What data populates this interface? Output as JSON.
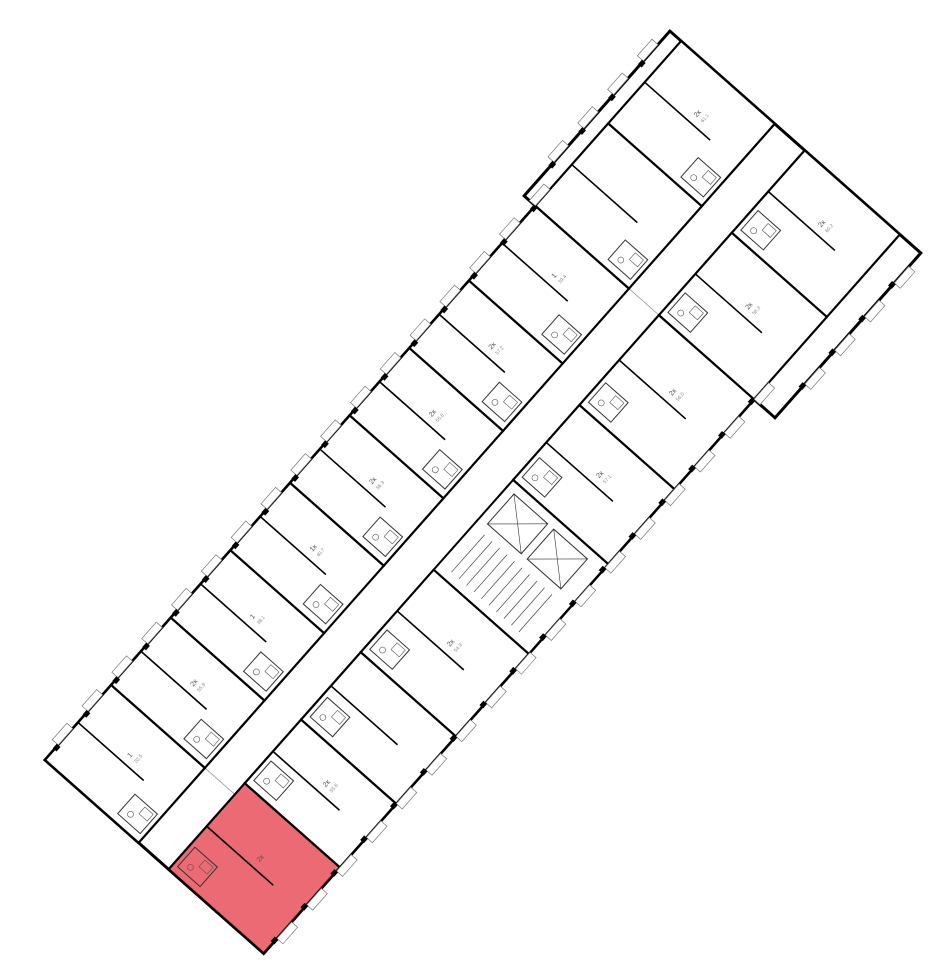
{
  "plan": {
    "highlight_color": "#e8505b",
    "wall_color": "#000000",
    "top_units": [
      {
        "type": "1",
        "area": "32.5"
      },
      {
        "type": "2к",
        "area": "55.9"
      },
      {
        "type": "1",
        "area": "38.1"
      },
      {
        "type": "1к",
        "area": "40.7"
      },
      {
        "type": "2к",
        "area": "56.3"
      },
      {
        "type": "2к",
        "area": "55.8"
      },
      {
        "type": "2к",
        "area": "57.2"
      },
      {
        "type": "1",
        "area": "39.4"
      },
      {
        "type": "",
        "area": ""
      },
      {
        "type": "2к",
        "area": "61.1"
      }
    ],
    "bottom_units": [
      {
        "type": "2к",
        "area": "",
        "highlighted": true
      },
      {
        "type": "2к",
        "area": "55.6"
      },
      {
        "type": "",
        "area": ""
      },
      {
        "type": "2к",
        "area": "54.9"
      },
      {
        "type": "",
        "area": ""
      },
      {
        "type": "2к",
        "area": "57.1"
      },
      {
        "type": "2к",
        "area": "56.0"
      },
      {
        "type": "2к",
        "area": "58.3"
      },
      {
        "type": "2к",
        "area": "60.2"
      }
    ]
  }
}
